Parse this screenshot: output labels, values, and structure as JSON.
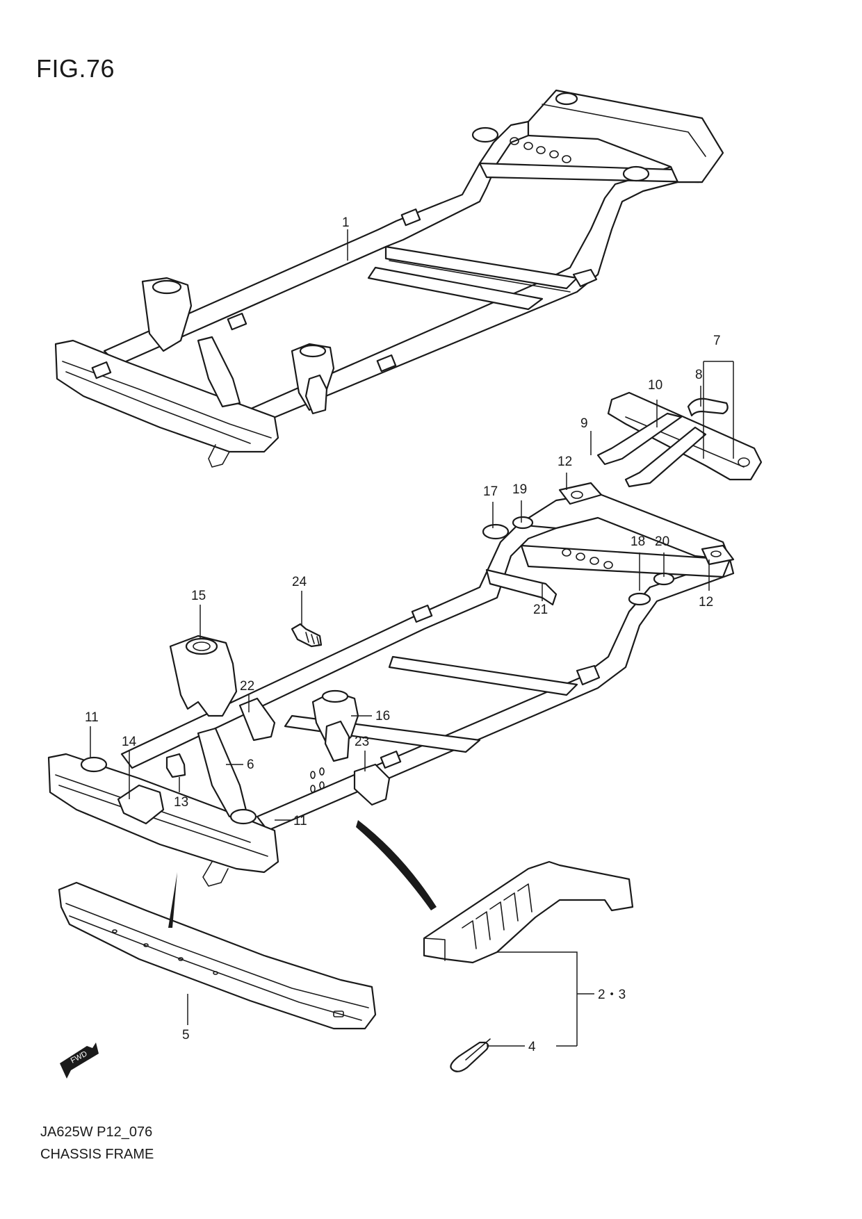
{
  "header": {
    "figure": "FIG.76"
  },
  "footer": {
    "code": "JA625W P12_076",
    "caption": "CHASSIS FRAME"
  },
  "badge": {
    "fwd": "FWD"
  },
  "callouts": {
    "c1": "1",
    "c7": "7",
    "c8": "8",
    "c9": "9",
    "c10": "10",
    "c12a": "12",
    "c12b": "12",
    "c17": "17",
    "c19": "19",
    "c18": "18",
    "c20": "20",
    "c21": "21",
    "c24": "24",
    "c15": "15",
    "c22": "22",
    "c16": "16",
    "c11a": "11",
    "c14": "14",
    "c23": "23",
    "c6": "6",
    "c13": "13",
    "c11b": "11",
    "c5": "5",
    "c23b": "2・3",
    "c4": "4"
  },
  "colors": {
    "line": "#1a1a1a",
    "paper": "#ffffff"
  }
}
